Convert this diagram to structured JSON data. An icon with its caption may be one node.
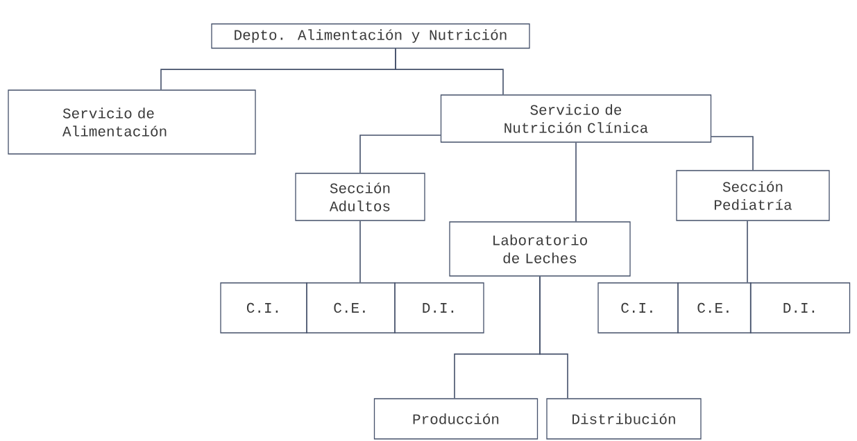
{
  "diagram": {
    "nodes": [
      {
        "text": [
          "Depto. Alimentación y Nutrición"
        ]
      },
      {
        "text": [
          "Servicio de Alimentación"
        ]
      },
      {
        "text": [
          "Servicio de Nutrición Clínica"
        ]
      },
      {
        "text": [
          "Sección Adultos"
        ]
      },
      {
        "text": [
          "Laboratorio de Leches"
        ]
      },
      {
        "text": [
          "Sección Pediatría"
        ]
      },
      {
        "text": [
          "C.I."
        ]
      },
      {
        "text": [
          "C.E."
        ]
      },
      {
        "text": [
          "D.I."
        ]
      },
      {
        "text": [
          "C.I."
        ]
      },
      {
        "text": [
          "C.E."
        ]
      },
      {
        "text": [
          "D.I."
        ]
      },
      {
        "text": [
          "Producción"
        ]
      },
      {
        "text": [
          "Distribución"
        ]
      }
    ],
    "edges": [
      {
        "from": 0,
        "to": 1,
        "arrow": "none"
      },
      {
        "from": 0,
        "to": 2,
        "arrow": "none"
      },
      {
        "from": 2,
        "to": 3,
        "arrow": "none"
      },
      {
        "from": 2,
        "to": 4,
        "arrow": "none"
      },
      {
        "from": 2,
        "to": 5,
        "arrow": "none"
      },
      {
        "from": 3,
        "to": 7,
        "arrow": "none"
      },
      {
        "from": 5,
        "to": 10,
        "arrow": "none"
      },
      {
        "from": 4,
        "to": 12,
        "arrow": "none"
      },
      {
        "from": 4,
        "to": 13,
        "arrow": "none"
      }
    ]
  }
}
